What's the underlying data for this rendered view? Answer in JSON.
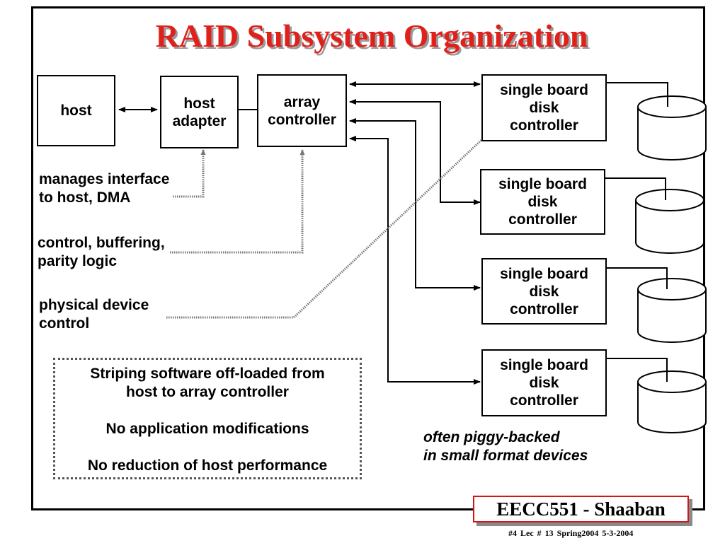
{
  "title": "RAID Subsystem Organization",
  "boxes": {
    "host": "host",
    "host_adapter": "host\nadapter",
    "array_controller": "array\ncontroller",
    "disk_controllers": [
      "single board\ndisk\ncontroller",
      "single board\ndisk\ncontroller",
      "single board\ndisk\ncontroller",
      "single board\ndisk\ncontroller"
    ]
  },
  "notes": {
    "host_adapter_note": "manages interface\nto host, DMA",
    "array_controller_note": "control, buffering,\nparity logic",
    "disk_controller_note": "physical device\ncontrol",
    "piggy_backed": "often piggy-backed\nin small format devices"
  },
  "summary": [
    "Striping software off-loaded from\nhost to array controller",
    "No application modifications",
    "No reduction of host performance"
  ],
  "badge": "EECC551 - Shaaban",
  "footer": "#4   Lec # 13    Spring2004   5-3-2004",
  "colors": {
    "title": "#e0201a",
    "badge_border": "#d01818",
    "shadow": "#9a9a9a"
  }
}
